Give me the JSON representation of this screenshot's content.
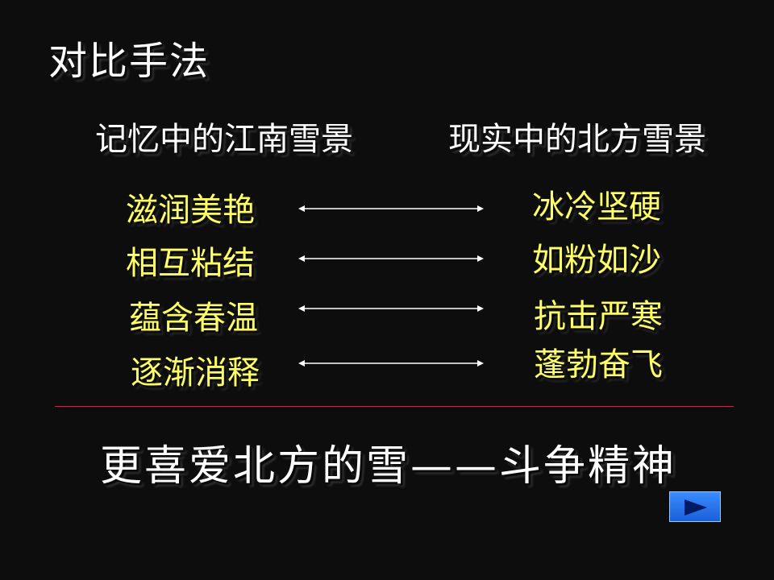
{
  "slide": {
    "title": "对比手法",
    "left_heading": "记忆中的江南雪景",
    "right_heading": "现实中的北方雪景",
    "pairs": [
      {
        "left": "滋润美艳",
        "right": "冰冷坚硬"
      },
      {
        "left": "相互粘结",
        "right": "如粉如沙"
      },
      {
        "left": "蕴含春温",
        "right": "抗击严寒"
      },
      {
        "left": "逐渐消释",
        "right": "蓬勃奋飞"
      }
    ],
    "conclusion": "更喜爱北方的雪——斗争精神"
  },
  "colors": {
    "background": "#0d0d0d",
    "term_text": "#ffff66",
    "heading_text": "#ffffff",
    "divider": "#b0304a",
    "button": "#1a5fd9"
  },
  "nav": {
    "next_icon": "play-triangle-icon"
  }
}
